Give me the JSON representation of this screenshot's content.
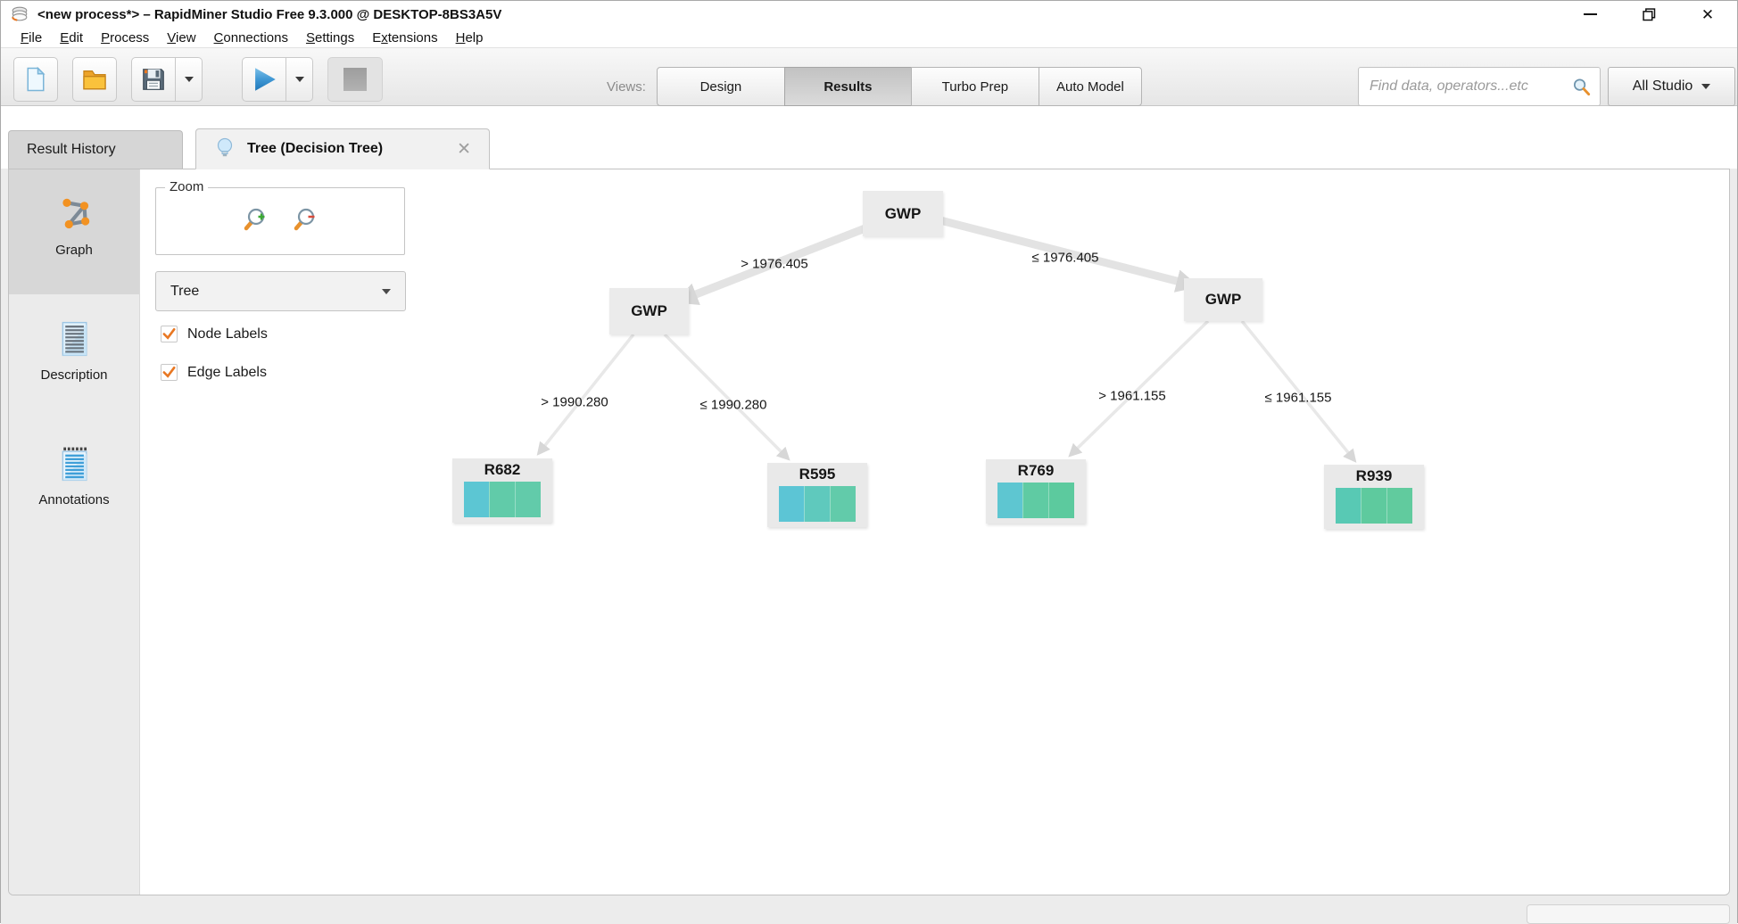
{
  "window": {
    "title": "<new process*> – RapidMiner Studio Free 9.3.000 @ DESKTOP-8BS3A5V"
  },
  "menu": {
    "items": [
      {
        "label": "File",
        "underline": 0
      },
      {
        "label": "Edit",
        "underline": 0
      },
      {
        "label": "Process",
        "underline": 0
      },
      {
        "label": "View",
        "underline": 0
      },
      {
        "label": "Connections",
        "underline": 0
      },
      {
        "label": "Settings",
        "underline": 0
      },
      {
        "label": "Extensions",
        "underline": 1
      },
      {
        "label": "Help",
        "underline": 0
      }
    ]
  },
  "toolbar": {
    "views_label": "Views:",
    "view_buttons": [
      {
        "label": "Design",
        "active": false
      },
      {
        "label": "Results",
        "active": true
      },
      {
        "label": "Turbo Prep",
        "active": false
      },
      {
        "label": "Auto Model",
        "active": false
      }
    ],
    "search_placeholder": "Find data, operators...etc",
    "scope_label": "All Studio"
  },
  "tabs": [
    {
      "label": "Result History",
      "active": false
    },
    {
      "label": "Tree (Decision Tree)",
      "active": true
    }
  ],
  "sidebar": {
    "items": [
      {
        "label": "Graph",
        "active": true
      },
      {
        "label": "Description",
        "active": false
      },
      {
        "label": "Annotations",
        "active": false
      }
    ]
  },
  "controls": {
    "zoom_label": "Zoom",
    "tree_selector": {
      "value": "Tree"
    },
    "checkboxes": [
      {
        "label": "Node Labels",
        "checked": true
      },
      {
        "label": "Edge Labels",
        "checked": true
      }
    ]
  },
  "tree": {
    "nodes": [
      {
        "id": 0,
        "label": "GWP",
        "type": "split"
      },
      {
        "id": 1,
        "label": "GWP",
        "type": "split"
      },
      {
        "id": 2,
        "label": "GWP",
        "type": "split"
      },
      {
        "id": 3,
        "label": "R682",
        "type": "leaf",
        "segments": [
          "#5cc6d3",
          "#61cba9",
          "#62cbaa"
        ]
      },
      {
        "id": 4,
        "label": "R595",
        "type": "leaf",
        "segments": [
          "#5cc5d5",
          "#5fc9bd",
          "#62cbaa"
        ]
      },
      {
        "id": 5,
        "label": "R769",
        "type": "leaf",
        "segments": [
          "#5ec6d1",
          "#5fcba3",
          "#5cca9e"
        ]
      },
      {
        "id": 6,
        "label": "R939",
        "type": "leaf",
        "segments": [
          "#58c9b4",
          "#5eca9e",
          "#61cb9e"
        ]
      }
    ],
    "edges": [
      {
        "from": 0,
        "to": 1,
        "label": "> 1976.405"
      },
      {
        "from": 0,
        "to": 2,
        "label": "≤ 1976.405"
      },
      {
        "from": 1,
        "to": 3,
        "label": "> 1990.280"
      },
      {
        "from": 1,
        "to": 4,
        "label": "≤ 1990.280"
      },
      {
        "from": 2,
        "to": 5,
        "label": "> 1961.155"
      },
      {
        "from": 2,
        "to": 6,
        "label": "≤ 1961.155"
      }
    ]
  },
  "colors": {
    "accent_orange": "#e87722",
    "edge_gray": "#e3e3e3",
    "node_gray": "#ebebeb",
    "selected_view": "#c2c2c2"
  }
}
